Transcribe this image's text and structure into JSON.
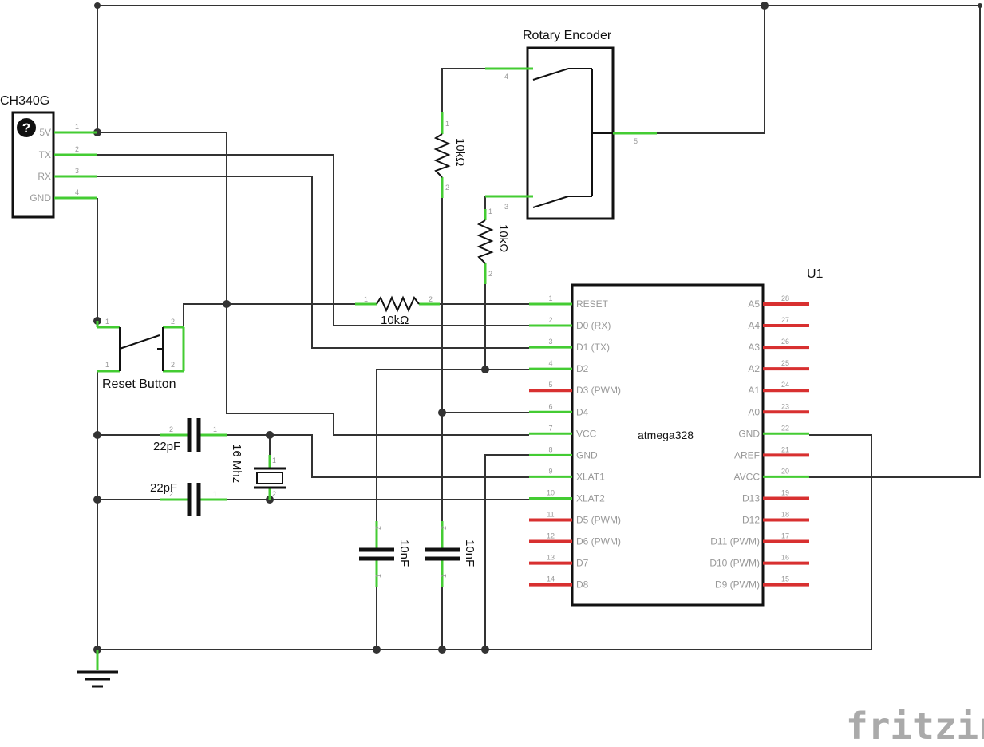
{
  "diagram": {
    "brand": "fritzing",
    "ch340g": {
      "title": "CH340G",
      "help_glyph": "?",
      "pins": [
        {
          "num": "1",
          "label": "5V"
        },
        {
          "num": "2",
          "label": "TX"
        },
        {
          "num": "3",
          "label": "RX"
        },
        {
          "num": "4",
          "label": "GND"
        }
      ]
    },
    "encoder": {
      "title": "Rotary Encoder",
      "pins": [
        "4",
        "5",
        "3"
      ]
    },
    "reset_button": {
      "title": "Reset Button",
      "pins": [
        "1",
        "1",
        "2",
        "2"
      ]
    },
    "resistors": [
      {
        "value": "10kΩ",
        "pins": [
          "1",
          "2"
        ]
      },
      {
        "value": "10kΩ",
        "pins": [
          "1",
          "2"
        ]
      },
      {
        "value": "10kΩ",
        "pins": [
          "1",
          "2"
        ]
      }
    ],
    "caps22": [
      {
        "value": "22pF",
        "pins": [
          "2",
          "1"
        ]
      },
      {
        "value": "22pF",
        "pins": [
          "2",
          "1"
        ]
      }
    ],
    "crystal": {
      "value": "16 Mhz",
      "pins": [
        "1",
        "2"
      ]
    },
    "caps10": [
      {
        "value": "10nF",
        "pins": [
          "2",
          "1"
        ]
      },
      {
        "value": "10nF",
        "pins": [
          "2",
          "1"
        ]
      }
    ],
    "mcu": {
      "ref": "U1",
      "name": "atmega328",
      "left_pins": [
        {
          "num": "1",
          "label": "RESET",
          "connected": true
        },
        {
          "num": "2",
          "label": "D0 (RX)",
          "connected": true
        },
        {
          "num": "3",
          "label": "D1 (TX)",
          "connected": true
        },
        {
          "num": "4",
          "label": "D2",
          "connected": true
        },
        {
          "num": "5",
          "label": "D3 (PWM)",
          "connected": false
        },
        {
          "num": "6",
          "label": "D4",
          "connected": true
        },
        {
          "num": "7",
          "label": "VCC",
          "connected": true
        },
        {
          "num": "8",
          "label": "GND",
          "connected": true
        },
        {
          "num": "9",
          "label": "XLAT1",
          "connected": true
        },
        {
          "num": "10",
          "label": "XLAT2",
          "connected": true
        },
        {
          "num": "11",
          "label": "D5 (PWM)",
          "connected": false
        },
        {
          "num": "12",
          "label": "D6 (PWM)",
          "connected": false
        },
        {
          "num": "13",
          "label": "D7",
          "connected": false
        },
        {
          "num": "14",
          "label": "D8",
          "connected": false
        }
      ],
      "right_pins": [
        {
          "num": "28",
          "label": "A5",
          "connected": false
        },
        {
          "num": "27",
          "label": "A4",
          "connected": false
        },
        {
          "num": "26",
          "label": "A3",
          "connected": false
        },
        {
          "num": "25",
          "label": "A2",
          "connected": false
        },
        {
          "num": "24",
          "label": "A1",
          "connected": false
        },
        {
          "num": "23",
          "label": "A0",
          "connected": false
        },
        {
          "num": "22",
          "label": "GND",
          "connected": true
        },
        {
          "num": "21",
          "label": "AREF",
          "connected": false
        },
        {
          "num": "20",
          "label": "AVCC",
          "connected": true
        },
        {
          "num": "19",
          "label": "D13",
          "connected": false
        },
        {
          "num": "18",
          "label": "D12",
          "connected": false
        },
        {
          "num": "17",
          "label": "D11 (PWM)",
          "connected": false
        },
        {
          "num": "16",
          "label": "D10 (PWM)",
          "connected": false
        },
        {
          "num": "15",
          "label": "D9 (PWM)",
          "connected": false
        }
      ]
    }
  }
}
